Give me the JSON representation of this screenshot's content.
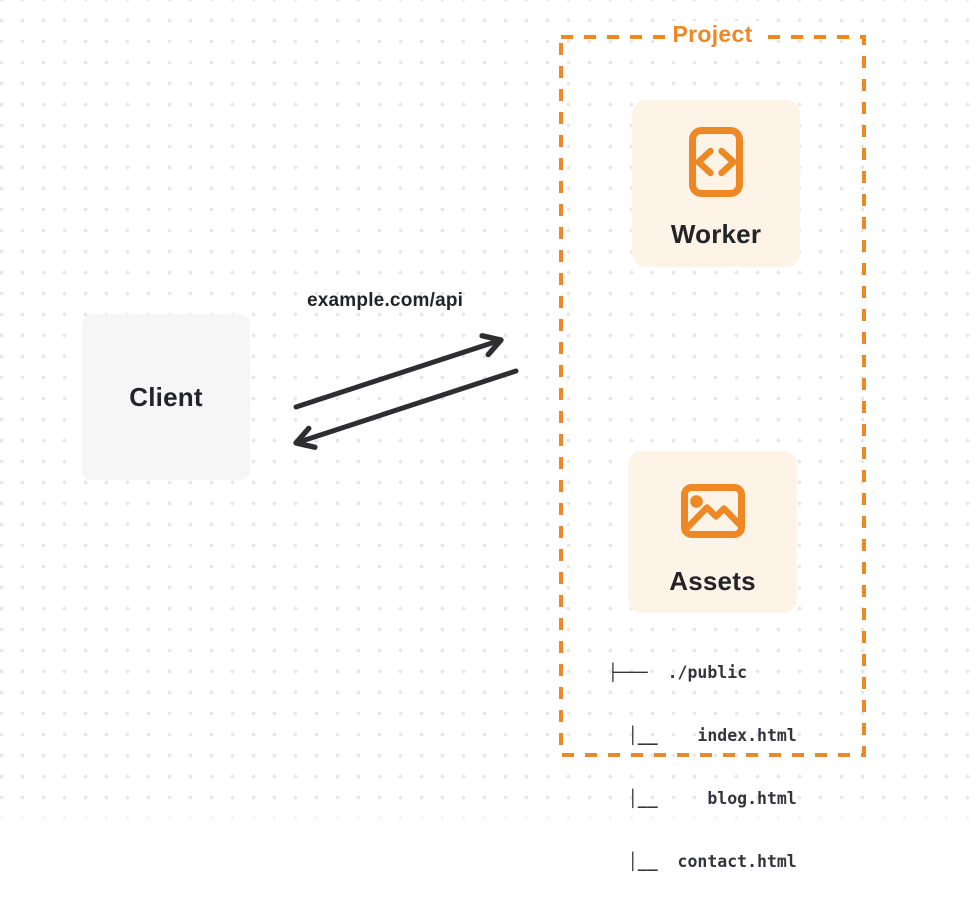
{
  "colors": {
    "accent": "#EE8824",
    "card_bg": "#FDF3E6",
    "client_bg": "#F6F6F7",
    "arrow": "#2E2E31",
    "text_dark": "#232428",
    "tree_text": "#34353A",
    "dot": "#E6E6E6"
  },
  "client": {
    "label": "Client"
  },
  "request": {
    "label": "example.com/api"
  },
  "project": {
    "label": "Project",
    "nodes": [
      {
        "id": "worker",
        "label": "Worker",
        "icon": "code-file-icon"
      },
      {
        "id": "assets",
        "label": "Assets",
        "icon": "image-icon"
      }
    ],
    "file_tree": {
      "lines": [
        "├───  ./public",
        "  │__    index.html",
        "  │__     blog.html",
        "  │__  contact.html"
      ]
    }
  }
}
